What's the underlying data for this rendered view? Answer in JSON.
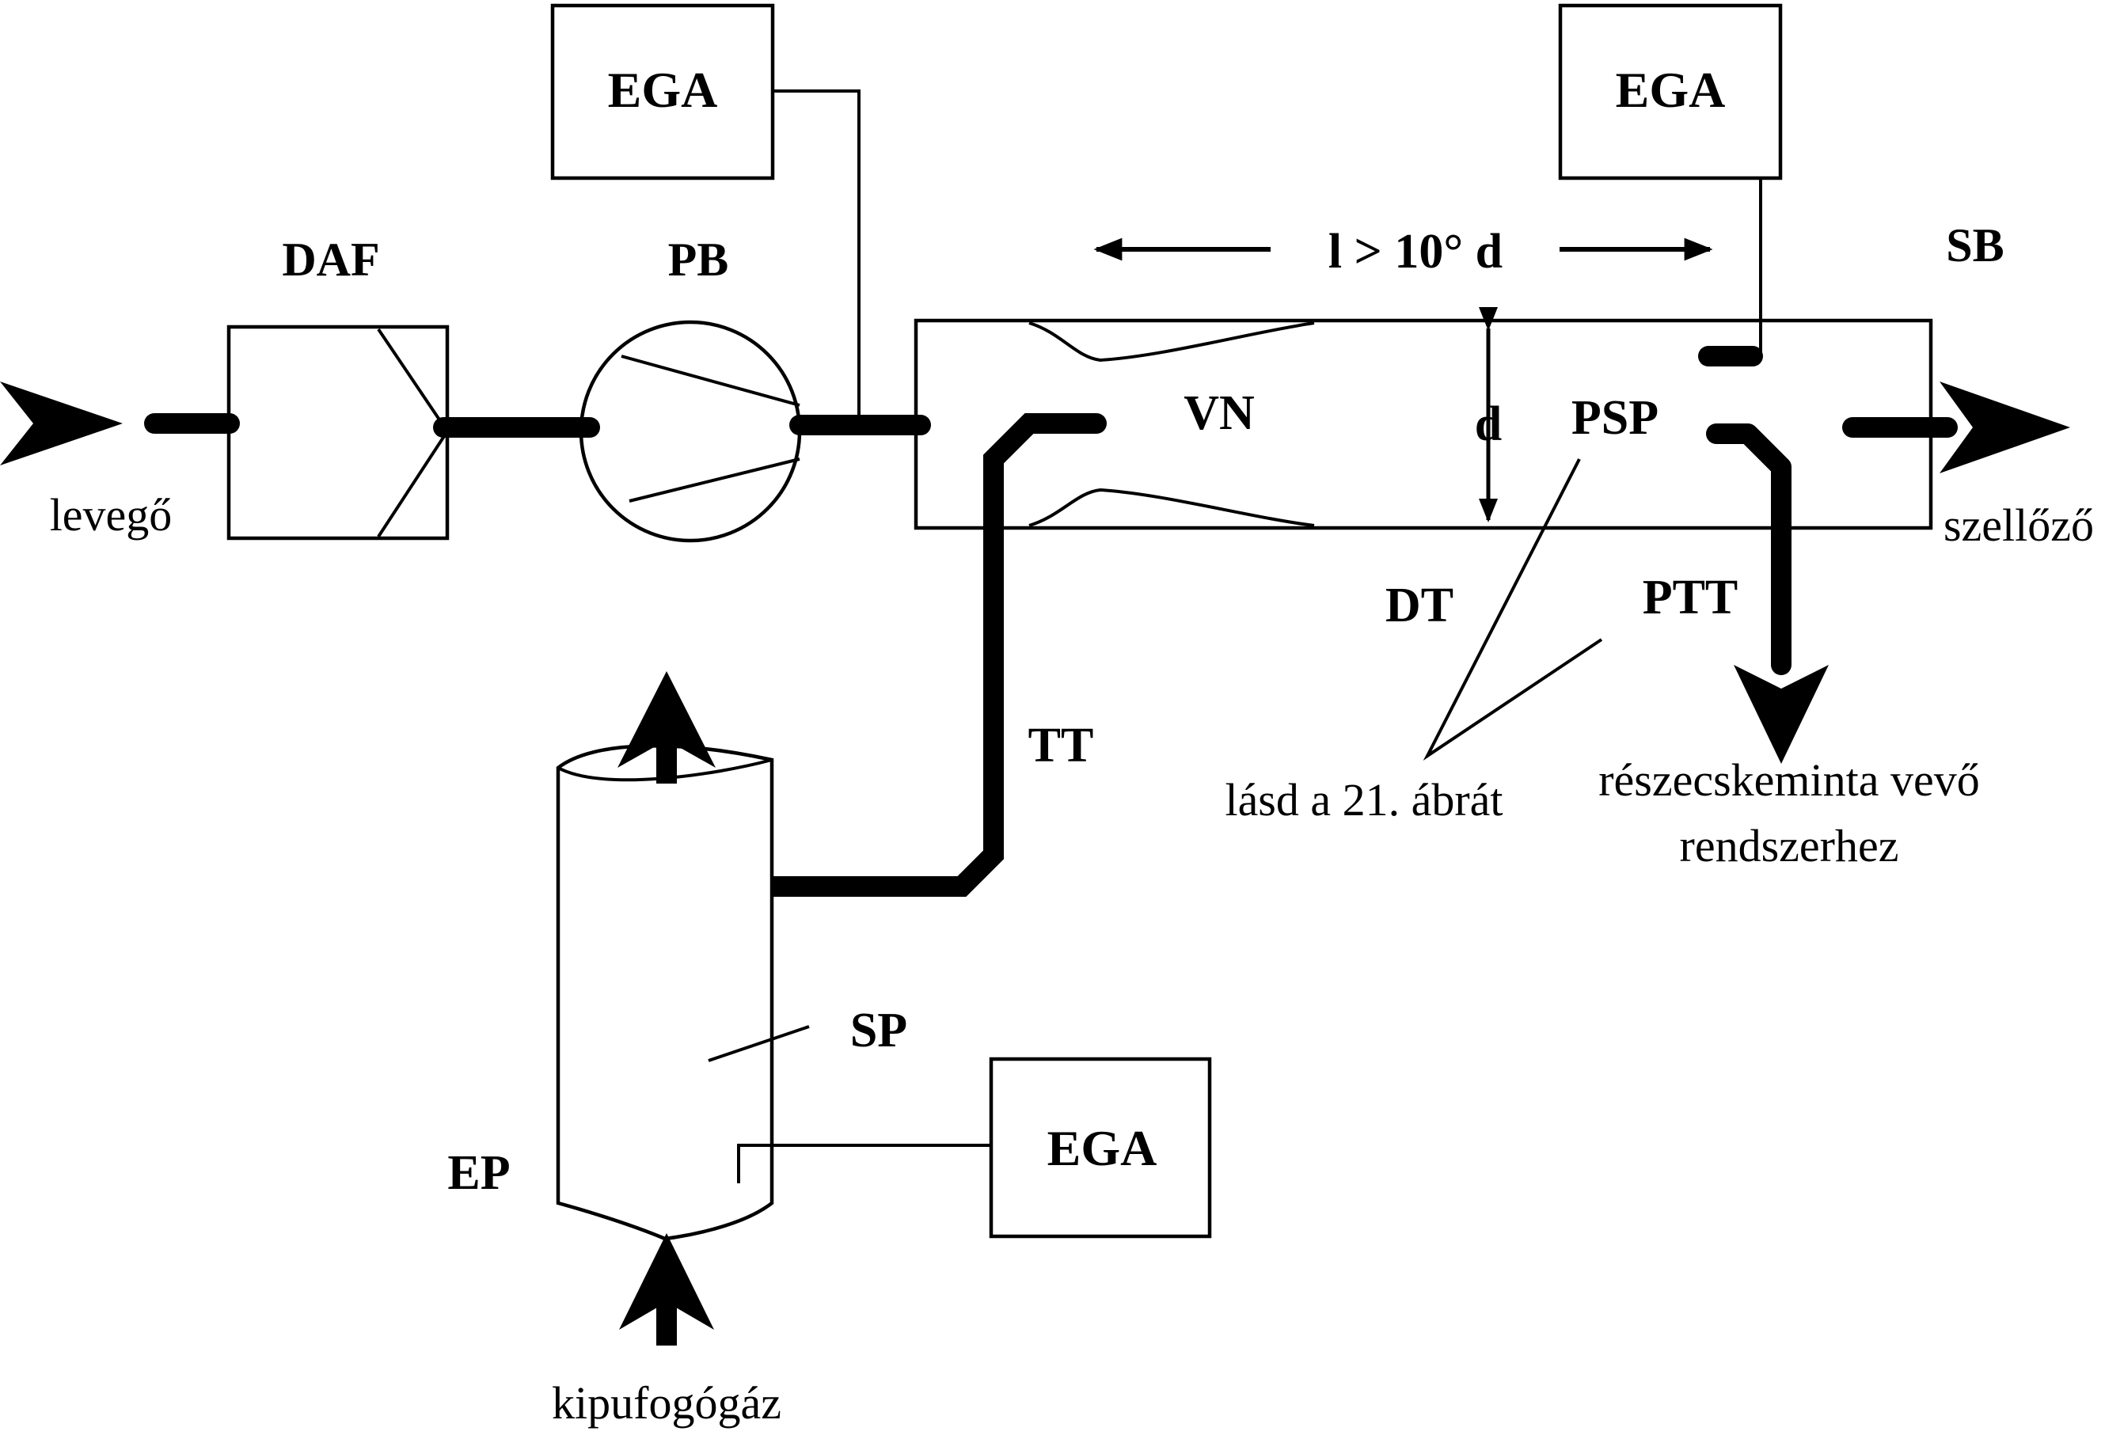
{
  "labels": {
    "ega_top_left": "EGA",
    "ega_top_right": "EGA",
    "ega_bottom": "EGA",
    "daf": "DAF",
    "pb": "PB",
    "length_rule": "l > 10° d",
    "sb": "SB",
    "vn": "VN",
    "d": "d",
    "psp": "PSP",
    "dt": "DT",
    "ptt": "PTT",
    "tt": "TT",
    "sp": "SP",
    "ep": "EP",
    "air_inlet": "levegő",
    "vent": "szellőző",
    "see_figure": "lásd a 21. ábrát",
    "particle_line1": "részecskeminta vevő",
    "particle_line2": "rendszerhez",
    "exhaust": "kipufogógáz"
  }
}
